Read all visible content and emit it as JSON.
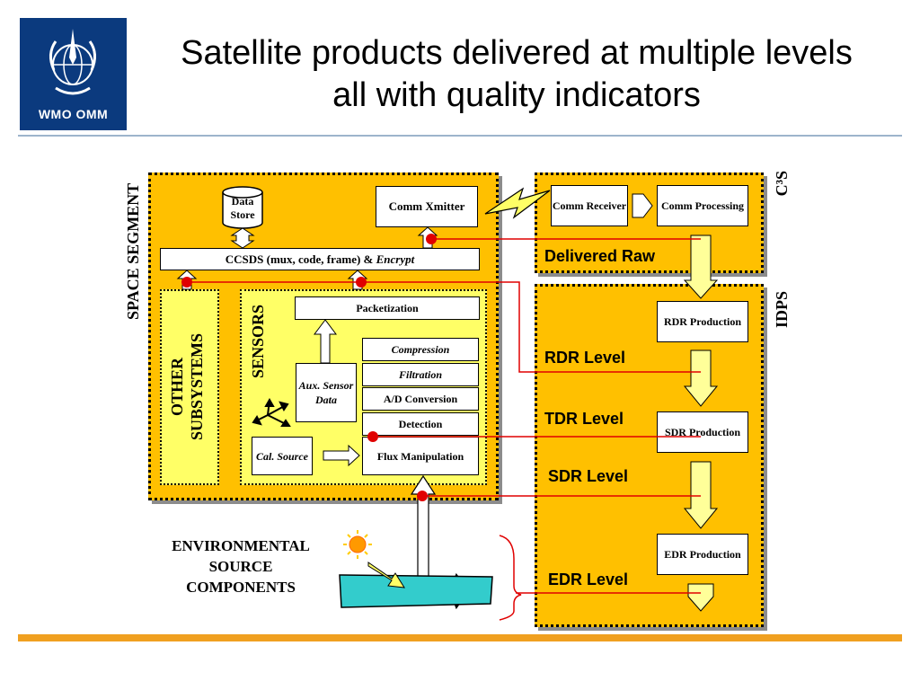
{
  "logo": {
    "text": "WMO OMM"
  },
  "title": {
    "line1": "Satellite products delivered at multiple levels",
    "line2": "all with quality indicators"
  },
  "labels": {
    "space_segment": "SPACE SEGMENT",
    "c3s": "C³S",
    "idps": "IDPS",
    "other_subsystems_1": "OTHER",
    "other_subsystems_2": "SUBSYSTEMS",
    "sensors": "SENSORS",
    "environmental": "ENVIRONMENTAL",
    "source": "SOURCE",
    "components": "COMPONENTS"
  },
  "boxes": {
    "data_store": "Data Store",
    "comm_xmitter": "Comm Xmitter",
    "ccsds": "CCSDS (mux, code, frame) &",
    "ccsds_encrypt": "Encrypt",
    "packetization": "Packetization",
    "compression": "Compression",
    "filtration": "Filtration",
    "ad_conversion": "A/D Conversion",
    "detection": "Detection",
    "flux_manipulation": "Flux Manipulation",
    "aux_sensor_data": "Aux. Sensor Data",
    "cal_source": "Cal. Source",
    "comm_receiver": "Comm Receiver",
    "comm_processing": "Comm Processing",
    "rdr_production": "RDR Production",
    "sdr_production": "SDR Production",
    "edr_production": "EDR Production"
  },
  "levels": {
    "delivered_raw": "Delivered Raw",
    "rdr": "RDR Level",
    "tdr": "TDR Level",
    "sdr": "SDR Level",
    "edr": "EDR Level"
  },
  "colors": {
    "panel": "#ffc000",
    "subpanel": "#ffff66",
    "logo_bg": "#0b3a7e",
    "link_line": "#e00000",
    "water": "#33cccc",
    "footer_bar": "#f0a020",
    "header_rule": "#9db4cc"
  }
}
